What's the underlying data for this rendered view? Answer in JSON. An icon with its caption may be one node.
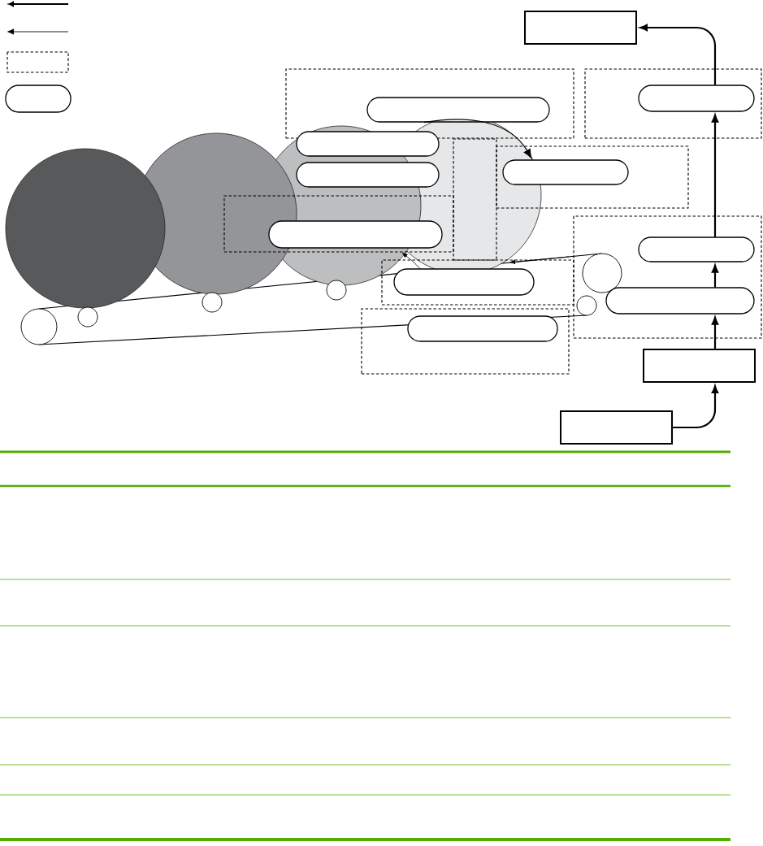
{
  "diagram": {
    "nodes": [
      {
        "text": [],
        "shape": "box"
      },
      {
        "text": [],
        "shape": "frame"
      },
      {
        "text": [],
        "shape": "capsule",
        "in": 1
      },
      {
        "text": [],
        "shape": "frame"
      },
      {
        "text": [],
        "shape": "capsule",
        "in": 3
      },
      {
        "text": [],
        "shape": "capsule"
      },
      {
        "text": [],
        "shape": "capsule"
      },
      {
        "text": [],
        "shape": "frame"
      },
      {
        "text": [],
        "shape": "frame"
      },
      {
        "text": [],
        "shape": "capsule",
        "in": 8
      },
      {
        "text": [],
        "shape": "frame"
      },
      {
        "text": [],
        "shape": "capsule",
        "in": 10
      },
      {
        "text": [],
        "shape": "frame"
      },
      {
        "text": [],
        "shape": "capsule",
        "in": 12
      },
      {
        "text": [],
        "shape": "frame"
      },
      {
        "text": [],
        "shape": "capsule",
        "in": 14
      },
      {
        "text": [],
        "shape": "capsule",
        "in": 12
      },
      {
        "text": [],
        "shape": "frame"
      },
      {
        "text": [],
        "shape": "capsule",
        "in": 17
      },
      {
        "text": [],
        "shape": "box"
      },
      {
        "text": [],
        "shape": "box"
      }
    ],
    "edges": [
      {
        "from": 20,
        "to": 19,
        "arrow": "to"
      },
      {
        "from": 19,
        "to": 16,
        "arrow": "to"
      },
      {
        "from": 16,
        "to": 13,
        "arrow": "to"
      },
      {
        "from": 13,
        "to": 4,
        "arrow": "to"
      },
      {
        "from": 4,
        "to": 0,
        "arrow": "to"
      },
      {
        "from": 2,
        "to": 9,
        "arrow": "to"
      }
    ]
  }
}
